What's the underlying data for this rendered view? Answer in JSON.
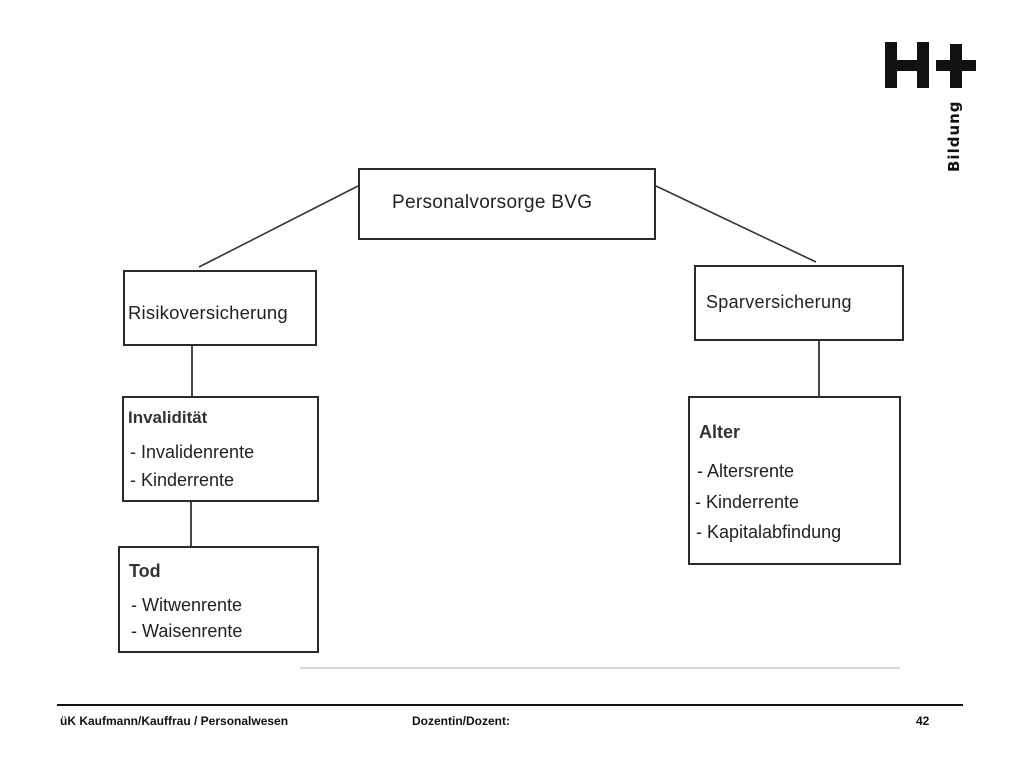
{
  "diagram": {
    "root": {
      "title": "Personalvorsorge BVG"
    },
    "risiko": {
      "title": "Risikoversicherung"
    },
    "spar": {
      "title": "Sparversicherung"
    },
    "invaliditaet": {
      "title": "Invalidität",
      "items": [
        "- Invalidenrente",
        "- Kinderrente"
      ]
    },
    "tod": {
      "title": "Tod",
      "items": [
        "- Witwenrente",
        "- Waisenrente"
      ]
    },
    "alter": {
      "title": "Alter",
      "items": [
        "- Altersrente",
        "- Kinderrente",
        "- Kapitalabfindung"
      ]
    }
  },
  "logo": {
    "text": "Bildung",
    "icon": "h-plus-logo"
  },
  "footer": {
    "left": "üK Kaufmann/Kauffrau / Personalwesen",
    "middle": "Dozentin/Dozent:",
    "page": "42"
  }
}
